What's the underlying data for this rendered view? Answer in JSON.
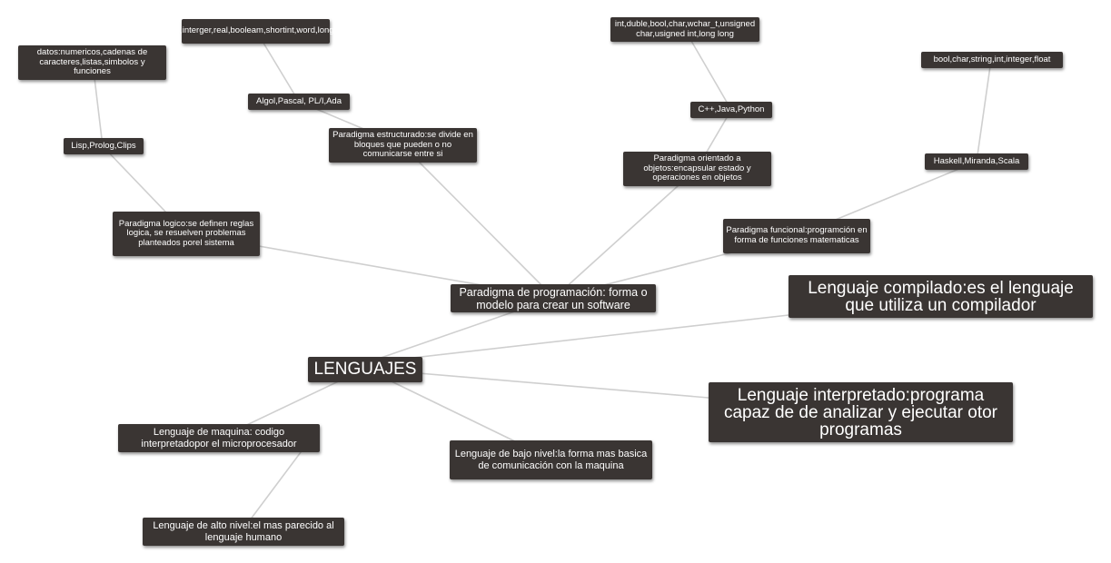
{
  "map": {
    "root": "LENGUAJES",
    "nodes": {
      "paradigma_programacion": "Paradigma de programación: forma o modelo para crear un software",
      "paradigma_logico": "Paradigma logico:se definen reglas logica, se resuelven problemas planteados porel sistema",
      "lisp_prolog": "Lisp,Prolog,Clips",
      "datos_numericos": "datos:numericos,cadenas de caracteres,listas,simbolos y funciones",
      "paradigma_estructurado": "Paradigma estructurado:se divide en bloques que pueden o no comunicarse entre si",
      "algol_pascal": "Algol,Pascal, PL/I,Ada",
      "tipos_estructurado": "char,byte,interger,real,booleam,shortint,word,longint,string",
      "paradigma_objetos": "Paradigma orientado a objetos:encapsular estado y operaciones en objetos",
      "cpp_java_python": "C++,Java,Python",
      "tipos_objetos": "int,duble,bool,char,wchar_t,unsigned char,usigned int,long long",
      "paradigma_funcional": "Paradigma funcional:programción en forma de funciones matematicas",
      "haskell_miranda": "Haskell,Miranda,Scala",
      "tipos_funcional": "bool,char,string,int,integer,float",
      "lenguaje_compilado": "Lenguaje compilado:es el lenguaje que utiliza un compilador",
      "lenguaje_interpretado": "Lenguaje interpretado:programa capaz de de analizar y ejecutar otor programas",
      "lenguaje_maquina": "Lenguaje de maquina: codigo interpretadopor el microprocesador",
      "lenguaje_alto_nivel": "Lenguaje de alto nivel:el mas parecido al lenguaje humano",
      "lenguaje_bajo_nivel": "Lenguaje de bajo nivel:la forma mas basica de comunicación con la maquina"
    }
  }
}
